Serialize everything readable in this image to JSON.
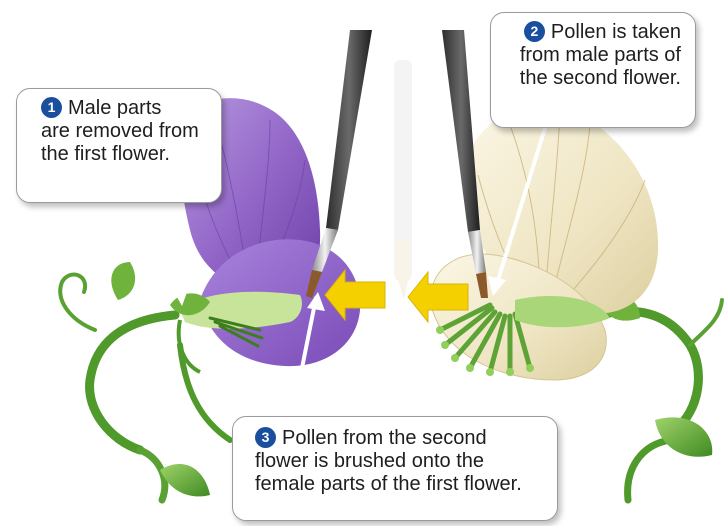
{
  "colors": {
    "badge": "#1a4f9e",
    "arrow": "#f4d000",
    "left_flower": "#9b6fc9",
    "right_flower": "#f1ead0",
    "stem": "#5aa133"
  },
  "callouts": [
    {
      "number": "1",
      "lines": [
        "Male parts",
        "are removed from",
        "the first flower."
      ]
    },
    {
      "number": "2",
      "lines": [
        "Pollen is taken",
        "from male parts of",
        "the second flower."
      ]
    },
    {
      "number": "3",
      "lines": [
        "Pollen from the second",
        "flower is brushed onto the",
        "female parts of the first flower."
      ]
    }
  ],
  "illustration": {
    "left_flower": "purple-flower",
    "right_flower": "cream-flower",
    "tool": "paintbrush",
    "arrows": [
      "yellow-arrow",
      "yellow-arrow"
    ]
  }
}
